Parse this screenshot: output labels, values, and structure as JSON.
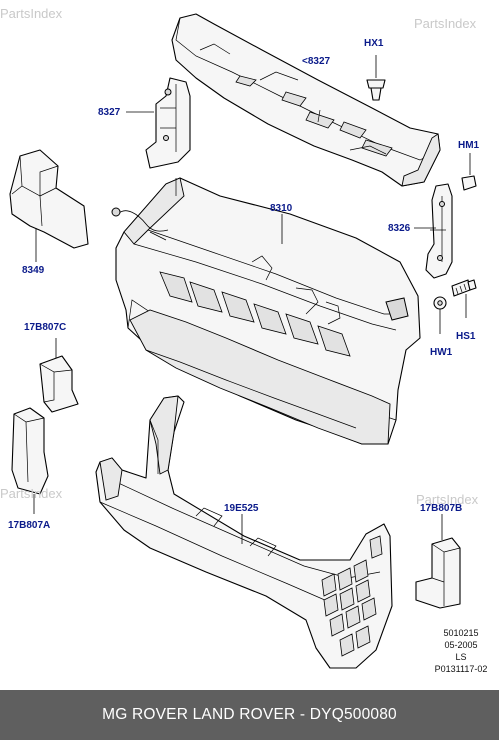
{
  "watermark": "PartsIndex",
  "callouts": {
    "c8327_top": "<8327",
    "hx1": "HX1",
    "c8327_left": "8327",
    "hm1": "HM1",
    "c8310": "8310",
    "c8326": "8326",
    "c8349": "8349",
    "hs1": "HS1",
    "hw1": "HW1",
    "c17b807c": "17B807C",
    "c17b807a": "17B807A",
    "c19e525": "19E525",
    "c17b807b": "17B807B"
  },
  "info": {
    "line1": "5010215",
    "line2": "05-2005",
    "line3": "LS",
    "line4": "P0131117-02"
  },
  "footer": {
    "title": "MG ROVER LAND ROVER - DYQ500080"
  },
  "colors": {
    "callout_text": "#0a1a8a",
    "footer_bg": "#5f5f5f",
    "footer_text": "#ffffff",
    "watermark": "#c9c9c9"
  }
}
